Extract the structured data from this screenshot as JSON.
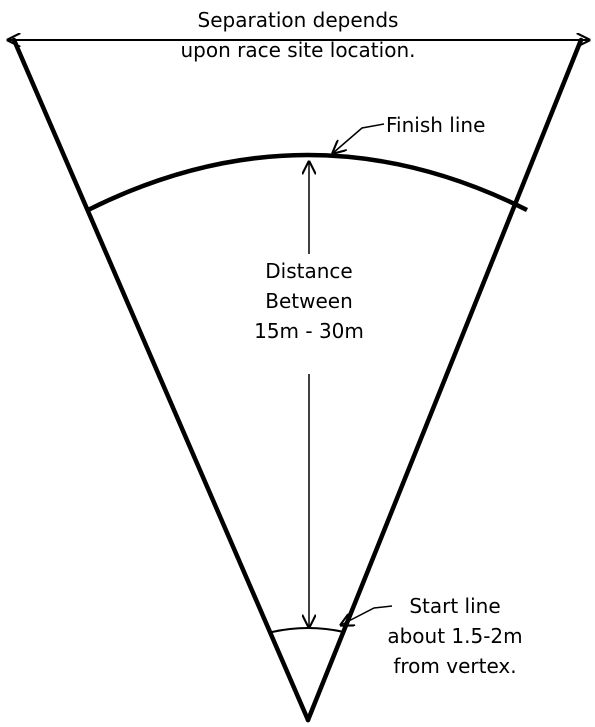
{
  "labels": {
    "separation": [
      "Separation depends",
      "upon race site location."
    ],
    "finish": "Finish line",
    "distance": [
      "Distance",
      "Between",
      "15m - 30m"
    ],
    "start": [
      "Start line",
      "about 1.5-2m",
      "from vertex."
    ]
  },
  "colors": {
    "line": "#000000",
    "background": "#ffffff"
  }
}
